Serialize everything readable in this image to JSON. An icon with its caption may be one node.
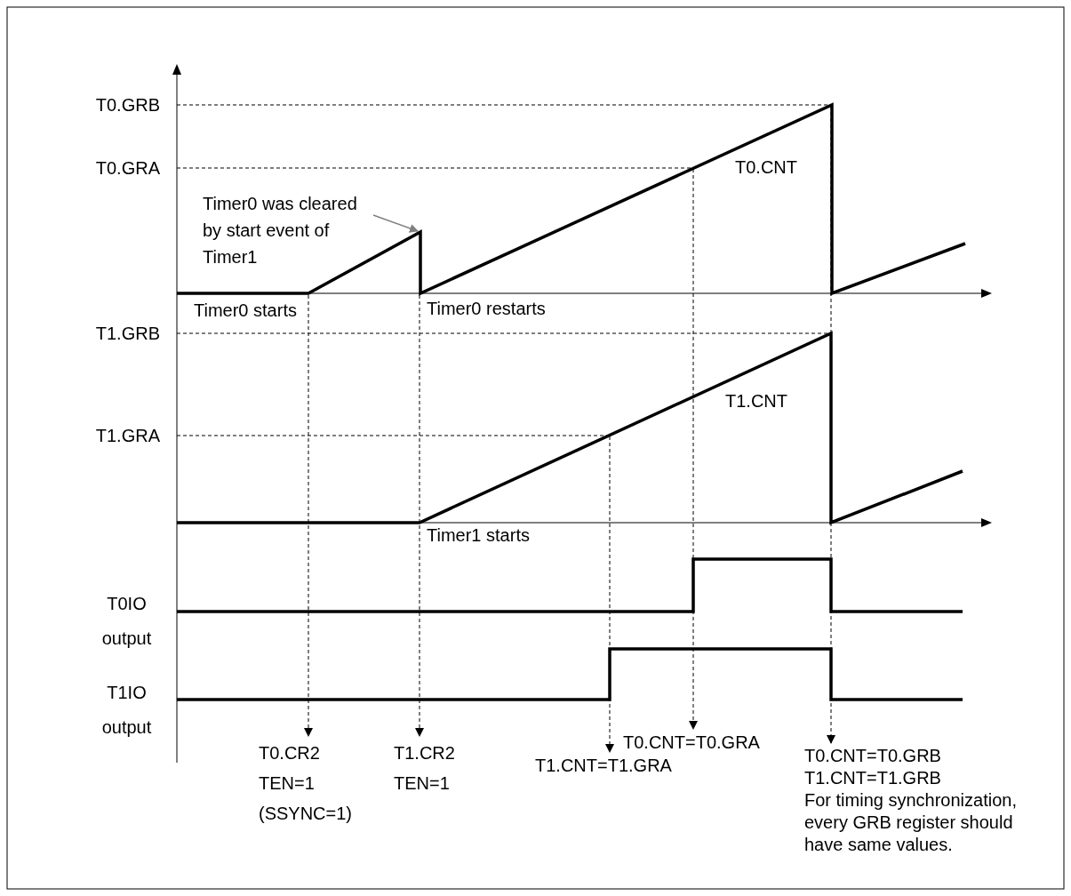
{
  "diagram": {
    "nodes": [
      {
        "text": [
          "Timer0 was cleared by start event of Timer1"
        ]
      },
      {
        "text": [
          "T0.CR2 TEN=1 (SSYNC=1)"
        ]
      },
      {
        "text": [
          "T1.CR2 TEN=1"
        ]
      },
      {
        "text": [
          "T1.CNT=T1.GRA"
        ]
      },
      {
        "text": [
          "T0.CNT=T0.GRA"
        ]
      },
      {
        "text": [
          "T0.CNT=T0.GRB T1.CNT=T1.GRB",
          "For timing synchronization, every GRB register should have same values."
        ]
      }
    ],
    "edges": [
      {
        "from": 0,
        "to": null,
        "arrow": "to",
        "color": "#808080"
      },
      {
        "from": null,
        "to": 1,
        "arrow": "to",
        "style": "dashed"
      },
      {
        "from": null,
        "to": 2,
        "arrow": "to",
        "style": "dashed"
      },
      {
        "from": null,
        "to": 3,
        "arrow": "to",
        "style": "dashed"
      },
      {
        "from": null,
        "to": 4,
        "arrow": "to",
        "style": "dashed"
      },
      {
        "from": null,
        "to": 5,
        "arrow": "to",
        "style": "dashed"
      }
    ],
    "labels": [
      "T0.GRB",
      "T0.GRA",
      "T0.CNT",
      "Timer0 starts",
      "Timer0 restarts",
      "T1.GRB",
      "T1.GRA",
      "T1.CNT",
      "Timer1 starts",
      "T0IO output",
      "T1IO output"
    ]
  }
}
